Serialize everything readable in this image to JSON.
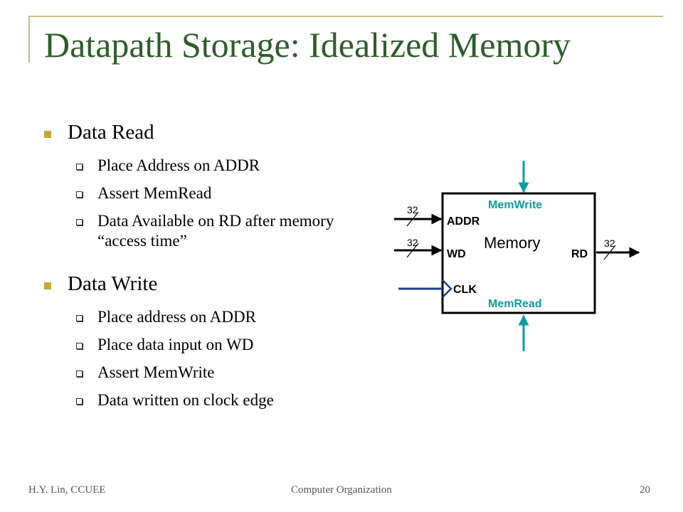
{
  "slide": {
    "title": "Datapath Storage: Idealized Memory",
    "sections": [
      {
        "heading": "Data Read",
        "items": [
          "Place Address on ADDR",
          "Assert MemRead",
          "Data Available on RD after memory “access time”"
        ]
      },
      {
        "heading": "Data Write",
        "items": [
          "Place address on ADDR",
          "Place data input on WD",
          "Assert MemWrite",
          "Data written on clock edge"
        ]
      }
    ]
  },
  "diagram": {
    "block_label": "Memory",
    "ports": {
      "addr": "ADDR",
      "wd": "WD",
      "clk": "CLK",
      "rd": "RD",
      "memwrite": "MemWrite",
      "memread": "MemRead"
    },
    "bus_widths": {
      "addr": "32",
      "wd": "32",
      "rd": "32"
    },
    "colors": {
      "control_signal": "#0e9ba0",
      "clock_line": "#1f3d8f",
      "data_line": "#000000"
    }
  },
  "footer": {
    "author": "H.Y. Lin, CCUEE",
    "course": "Computer Organization",
    "page": "20"
  }
}
